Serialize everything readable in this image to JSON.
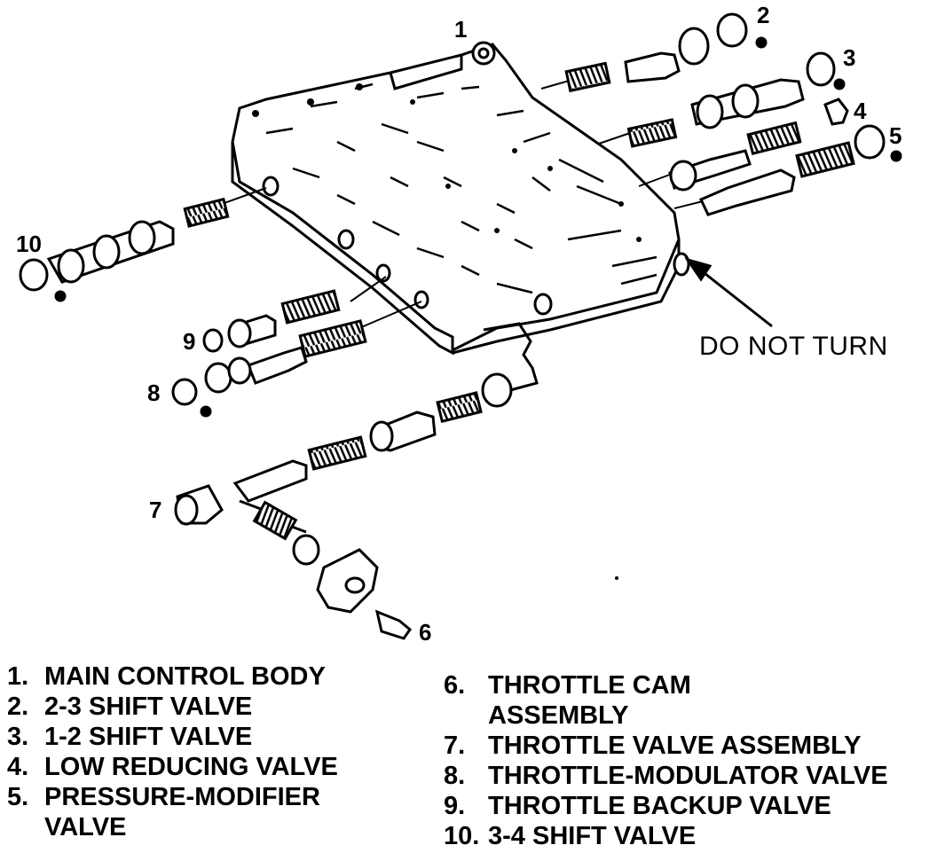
{
  "callouts": {
    "c1": "1",
    "c2": "2",
    "c3": "3",
    "c4": "4",
    "c5": "5",
    "c6": "6",
    "c7": "7",
    "c8": "8",
    "c9": "9",
    "c10": "10"
  },
  "note": "DO NOT TURN",
  "legend_left": [
    {
      "num": "1.",
      "text": "MAIN CONTROL BODY"
    },
    {
      "num": "2.",
      "text": "2-3 SHIFT VALVE"
    },
    {
      "num": "3.",
      "text": "1-2 SHIFT VALVE"
    },
    {
      "num": "4.",
      "text": "LOW REDUCING VALVE"
    },
    {
      "num": "5.",
      "text": "PRESSURE-MODIFIER",
      "cont": "VALVE"
    }
  ],
  "legend_right": [
    {
      "num": "6.",
      "text": "THROTTLE CAM",
      "cont": "ASSEMBLY"
    },
    {
      "num": "7.",
      "text": "THROTTLE VALVE ASSEMBLY"
    },
    {
      "num": "8.",
      "text": "THROTTLE-MODULATOR VALVE"
    },
    {
      "num": "9.",
      "text": "THROTTLE BACKUP VALVE"
    },
    {
      "num": "10.",
      "text": "3-4 SHIFT VALVE"
    }
  ]
}
